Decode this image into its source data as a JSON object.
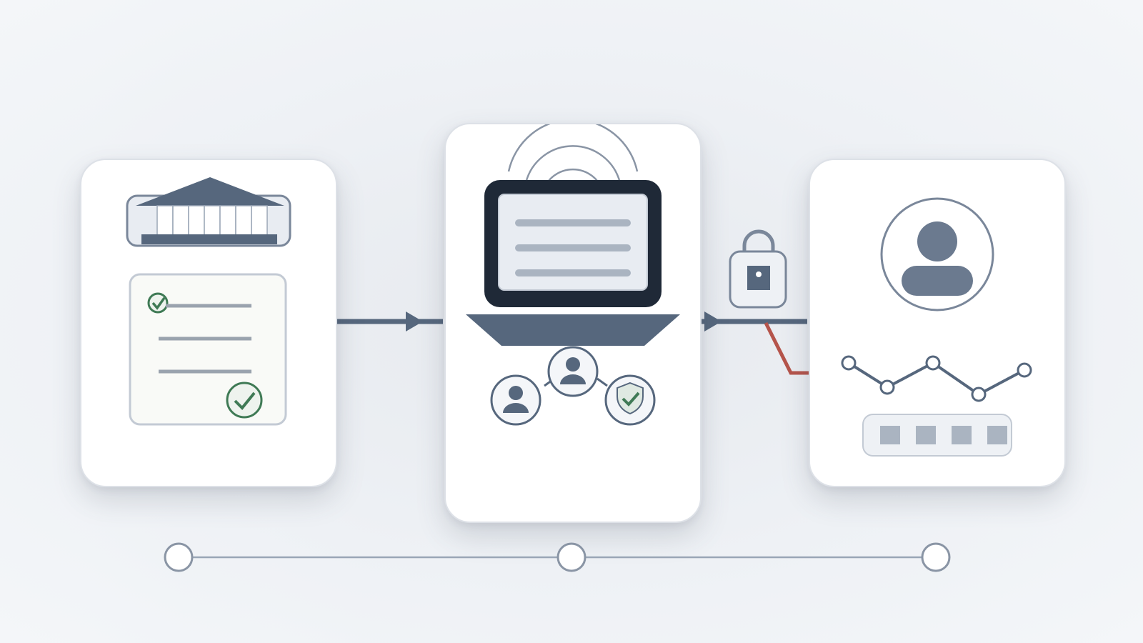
{
  "diagram": {
    "stages": [
      {
        "id": "institution-verification",
        "icons": [
          "bank-icon",
          "checklist-document-icon",
          "check-badge-icon"
        ]
      },
      {
        "id": "secure-network-device",
        "icons": [
          "laptop-icon",
          "wireless-signal-icon",
          "user-network-icon",
          "shield-check-icon"
        ]
      },
      {
        "id": "user-profile-analytics",
        "icons": [
          "user-avatar-icon",
          "line-trend-icon",
          "password-field-icon"
        ]
      }
    ],
    "connectors": [
      "arrow-right",
      "arrow-right",
      "padlock-icon",
      "branch-arrow"
    ],
    "timeline": {
      "steps": 3
    },
    "colors": {
      "slate": "#56677d",
      "dark": "#1f2937",
      "accent_red": "#b5544b",
      "check_green": "#3f7a55",
      "light_fill": "#e8ecf2",
      "line": "#9aa6b6"
    }
  }
}
